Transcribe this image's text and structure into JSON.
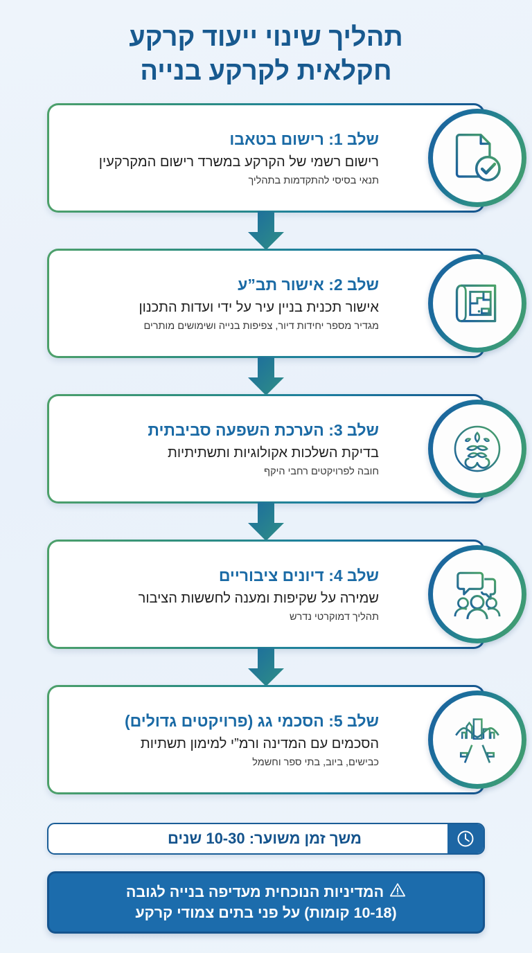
{
  "title": {
    "line1": "תהליך שינוי ייעוד קרקע",
    "line2": "חקלאית לקרקע בנייה"
  },
  "colors": {
    "background": "#eef4fb",
    "title_blue": "#17598f",
    "heading_blue": "#1a6aa5",
    "gradient_blue": "#1c5f9e",
    "gradient_green": "#4aa268",
    "banner_blue": "#1c6cac",
    "banner_border": "#15548e"
  },
  "steps": [
    {
      "heading": "שלב 1: רישום בטאבו",
      "description": "רישום רשמי של הקרקע במשרד רישום המקרקעין",
      "note": "תנאי בסיסי להתקדמות בתהליך",
      "icon": "document-check-icon"
    },
    {
      "heading": "שלב 2: אישור תב”ע",
      "description": "אישור תכנית בניין עיר על ידי ועדות התכנון",
      "note": "מגדיר מספר יחידות דיור, צפיפות בנייה ושימושים מותרים",
      "icon": "blueprint-icon"
    },
    {
      "heading": "שלב 3: הערכת השפעה סביבתית",
      "description": "בדיקת השלכות אקולוגיות ותשתיתיות",
      "note": "חובה לפרויקטים רחבי היקף",
      "icon": "tree-icon"
    },
    {
      "heading": "שלב 4: דיונים ציבוריים",
      "description": "שמירה על שקיפות ומענה לחששות הציבור",
      "note": "תהליך דמוקרטי נדרש",
      "icon": "public-discussion-icon"
    },
    {
      "heading": "שלב 5: הסכמי גג (פרויקטים גדולים)",
      "description": "הסכמים עם המדינה ורמ”י למימון תשתיות",
      "note": "כבישים, ביוב, בתי ספר וחשמל",
      "icon": "bridge-city-icon"
    }
  ],
  "duration": {
    "icon": "clock-icon",
    "label": "משך זמן משוער: 10-30 שנים"
  },
  "warning": {
    "icon": "warning-triangle-icon",
    "line1": "המדיניות הנוכחית מעדיפה בנייה לגובה",
    "line2": "(10-18 קומות) על פני בתים צמודי קרקע"
  }
}
